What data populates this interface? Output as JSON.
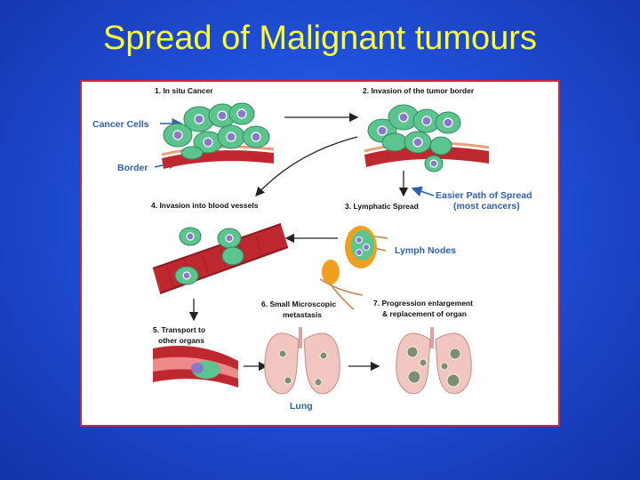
{
  "slide": {
    "title": "Spread of Malignant tumours"
  },
  "figure": {
    "steps": {
      "s1": "1. In situ Cancer",
      "s2": "2. Invasion of the tumor border",
      "s3": "3. Lymphatic Spread",
      "s4": "4. Invasion into blood vessels",
      "s5_line1": "5. Transport to",
      "s5_line2": "other organs",
      "s6_line1": "6. Small Microscopic",
      "s6_line2": "metastasis",
      "s7_line1": "7. Progression enlargement",
      "s7_line2": "& replacement of organ"
    },
    "labels": {
      "cancer_cells": "Cancer Cells",
      "border": "Border",
      "easier_path_line1": "Easier Path of Spread",
      "easier_path_line2": "(most cancers)",
      "lymph_nodes": "Lymph Nodes",
      "lung": "Lung"
    },
    "colors": {
      "cell": "#5cc48e",
      "nucleus": "#8a78c8",
      "vessel": "#c0282f",
      "label_blue": "#2f5fb0",
      "node": "#f0a020",
      "lung": "#f2c6c0"
    }
  }
}
